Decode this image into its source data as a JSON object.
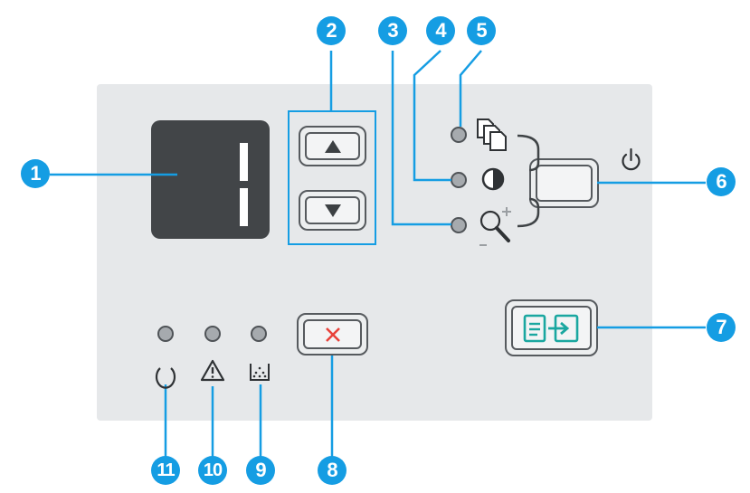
{
  "display": {
    "digit": "1"
  },
  "callouts": [
    "1",
    "2",
    "3",
    "4",
    "5",
    "6",
    "7",
    "8",
    "9",
    "10",
    "11"
  ],
  "icons": {
    "up_arrow": "up-arrow-icon",
    "down_arrow": "down-arrow-icon",
    "copies": "copies-icon",
    "darkness": "contrast-icon",
    "reduce_enlarge": "zoom-icon",
    "power": "power-icon",
    "start_copy": "start-copy-icon",
    "cancel": "cancel-x-icon",
    "toner": "toner-icon",
    "attention": "attention-icon",
    "ready": "ready-icon"
  },
  "colors": {
    "accent": "#159de3",
    "panel": "#e6e8ea",
    "lcd": "#424548",
    "cancel": "#e8423a",
    "start": "#1aa7a0"
  }
}
